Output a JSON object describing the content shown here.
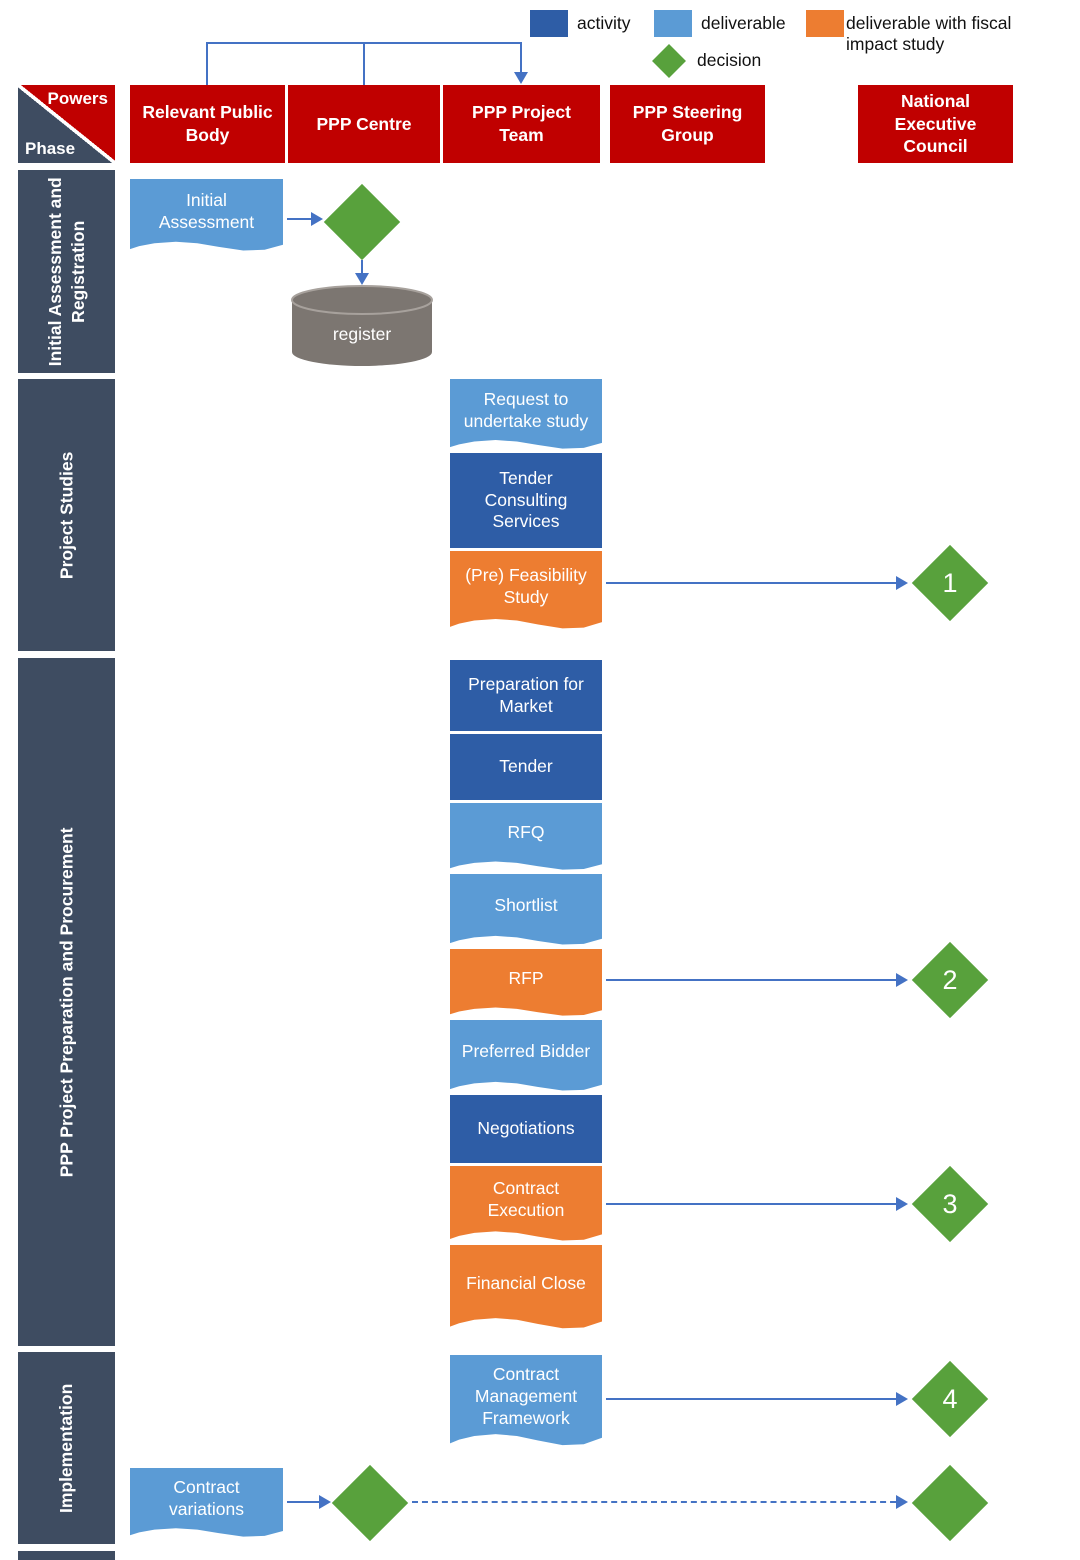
{
  "legend": {
    "activity": "activity",
    "deliverable": "deliverable",
    "fiscal": "deliverable with fiscal impact study",
    "decision": "decision"
  },
  "corner": {
    "powers": "Powers",
    "phase": "Phase"
  },
  "columns": [
    "Relevant Public Body",
    "PPP Centre",
    "PPP Project Team",
    "PPP Steering Group",
    "National Executive Council"
  ],
  "phases": [
    "Initial Assessment and Registration",
    "Project Studies",
    "PPP Project Preparation and Procurement",
    "Implementation"
  ],
  "nodes": {
    "initial_assessment": "Initial Assessment",
    "register": "register",
    "request_study": "Request  to undertake study",
    "tender_consulting": "Tender Consulting Services",
    "pre_feasibility": "(Pre) Feasibility Study",
    "prep_market": "Preparation for Market",
    "tender": "Tender",
    "rfq": "RFQ",
    "shortlist": "Shortlist",
    "rfp": "RFP",
    "preferred_bidder": "Preferred Bidder",
    "negotiations": "Negotiations",
    "contract_execution": "Contract Execution",
    "financial_close": "Financial Close",
    "contract_mgmt": "Contract Management Framework",
    "contract_variations": "Contract variations"
  },
  "decisions": {
    "d1": "1",
    "d2": "2",
    "d3": "3",
    "d4": "4"
  },
  "colors": {
    "red": "#C00000",
    "activity": "#2E5DA6",
    "deliverable": "#5B9BD5",
    "fiscal": "#ED7D31",
    "decision": "#58A13C",
    "phasebar": "#3E4C61",
    "arrow": "#4472C4",
    "cylinder": "#7C7671"
  }
}
